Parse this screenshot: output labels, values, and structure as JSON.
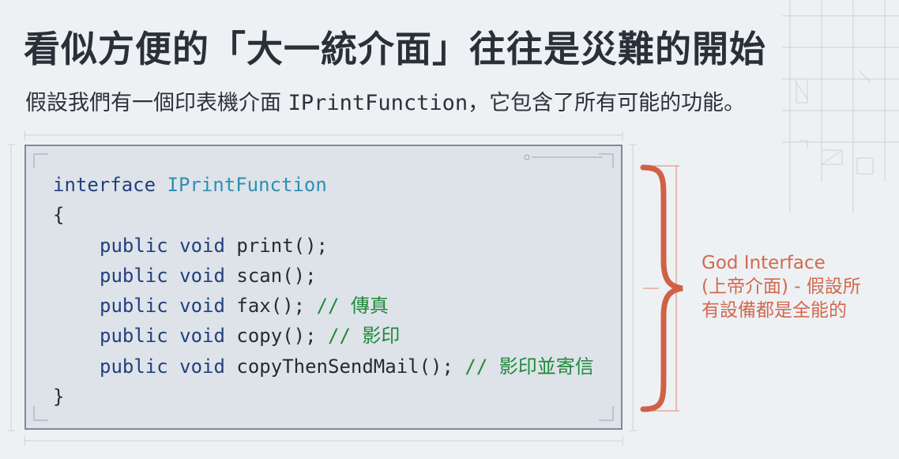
{
  "slide": {
    "title": "看似方便的「大一統介面」往往是災難的開始",
    "subtitle_prefix": "假設我們有一個印表機介面 ",
    "subtitle_code": "IPrintFunction",
    "subtitle_suffix": "，它包含了所有可能的功能。"
  },
  "code": {
    "line1_keyword": "interface",
    "line1_name": "IPrintFunction",
    "open_brace": "{",
    "close_brace": "}",
    "methods": [
      {
        "modifier": "public void",
        "signature": "print();",
        "comment": ""
      },
      {
        "modifier": "public void",
        "signature": "scan();",
        "comment": ""
      },
      {
        "modifier": "public void",
        "signature": "fax();",
        "comment": "// 傳真"
      },
      {
        "modifier": "public void",
        "signature": "copy();",
        "comment": "// 影印"
      },
      {
        "modifier": "public void",
        "signature": "copyThenSendMail();",
        "comment": "// 影印並寄信"
      }
    ]
  },
  "annotation": {
    "line1": "God Interface",
    "line2": "(上帝介面) - 假設所",
    "line3": "有設備都是全能的",
    "color": "#d2694f"
  },
  "colors": {
    "background": "#eef1f4",
    "panel": "#dde3e9",
    "keyword": "#23407e",
    "interface_name": "#2e8fb2",
    "comment": "#1f8a3a"
  }
}
